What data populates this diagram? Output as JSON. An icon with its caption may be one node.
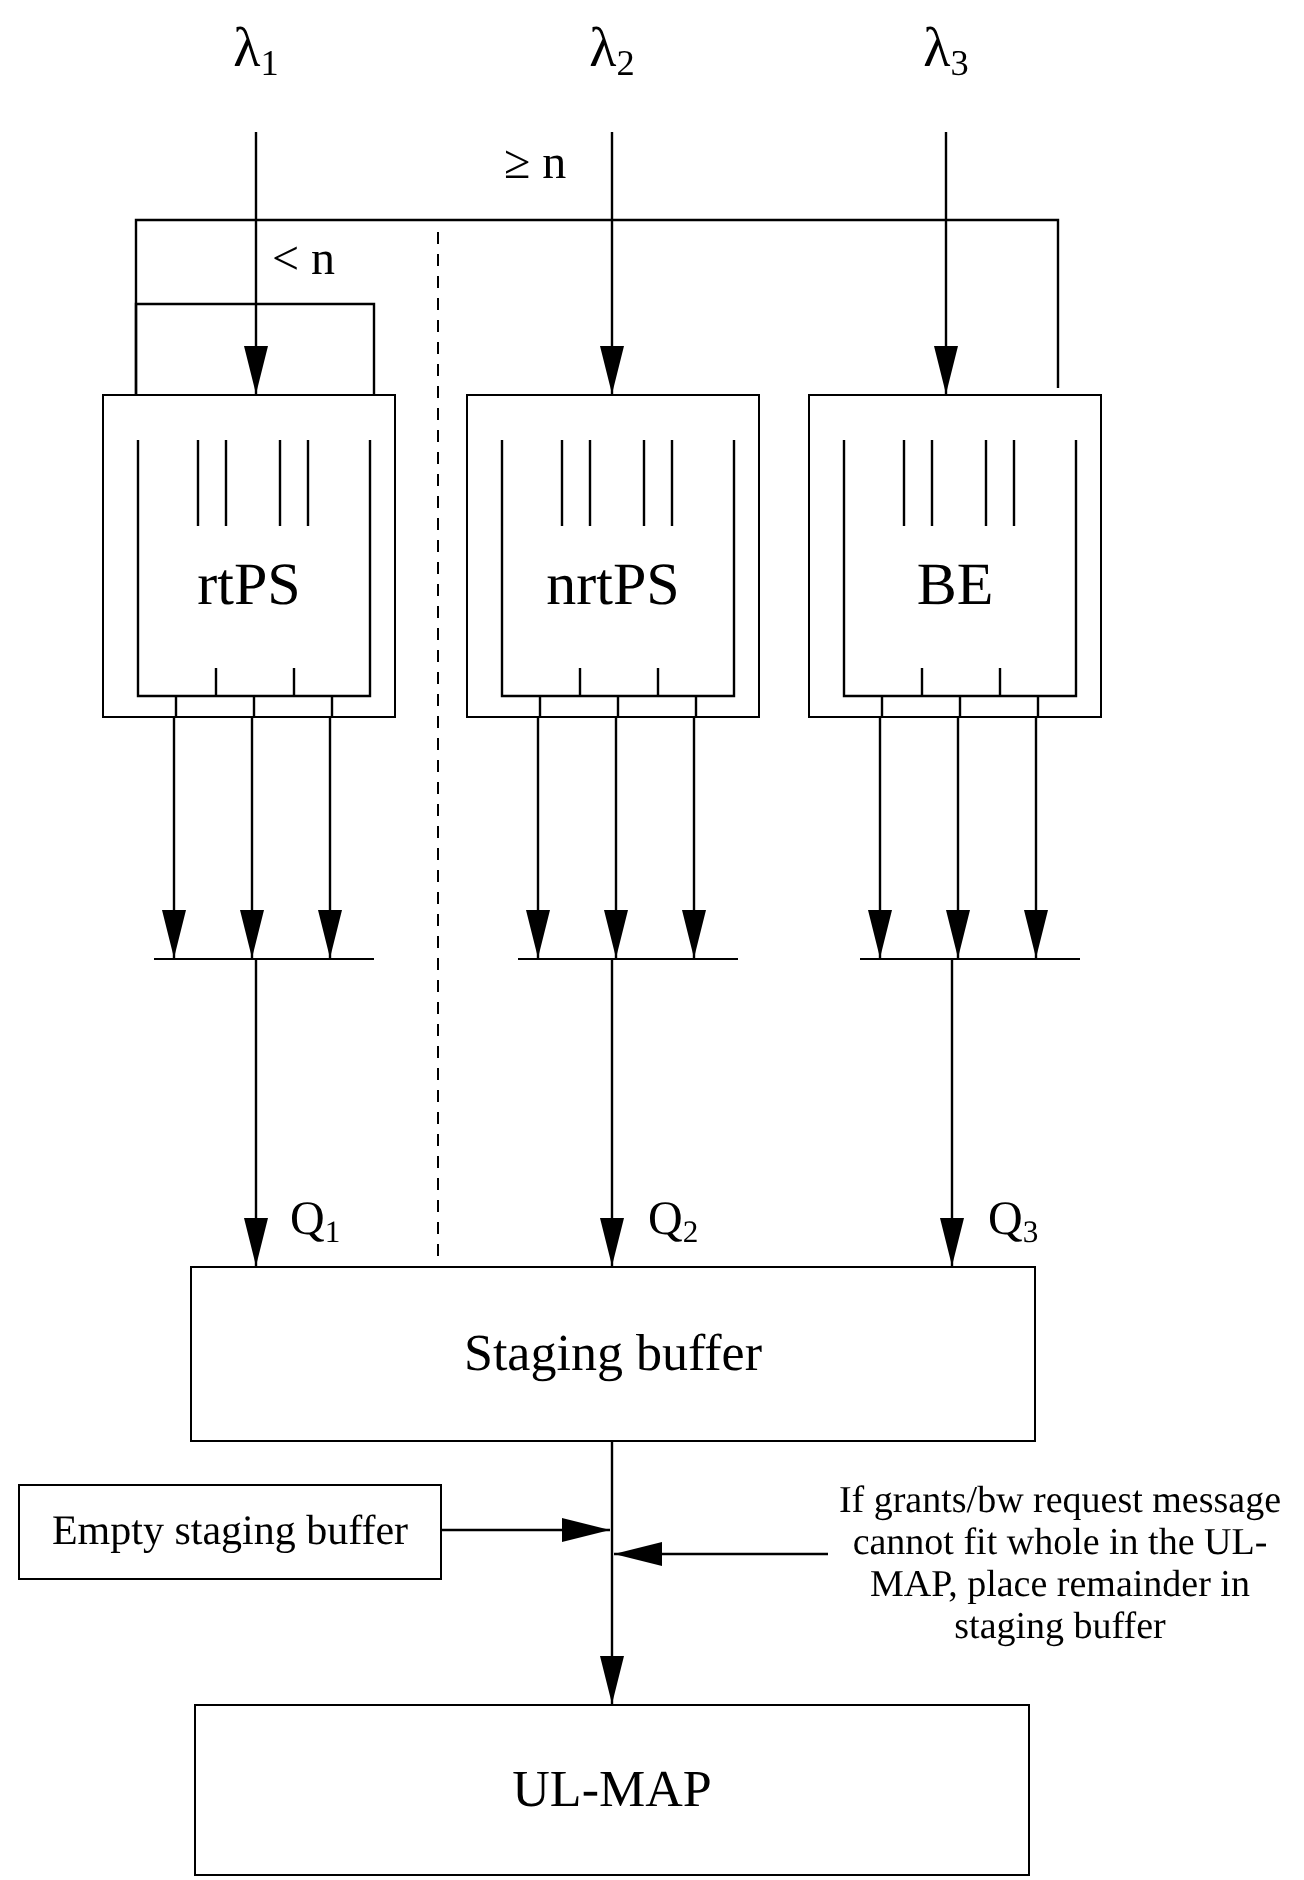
{
  "diagram": {
    "nodes": [
      {
        "text": [
          "λ$_{1}$"
        ]
      },
      {
        "text": [
          "λ$_{2}$"
        ]
      },
      {
        "text": [
          "λ$_{3}$"
        ]
      },
      {
        "text": [
          "rtPS"
        ]
      },
      {
        "text": [
          "nrtPS"
        ]
      },
      {
        "text": [
          "BE"
        ]
      },
      {
        "text": [],
        "shape": "bar"
      },
      {
        "text": [],
        "shape": "bar"
      },
      {
        "text": [],
        "shape": "bar"
      },
      {
        "text": [
          "Staging buffer"
        ]
      },
      {
        "text": [
          "Empty staging buffer"
        ]
      },
      {
        "text": [
          "If grants/bw request message cannot fit whole in the UL-MAP, place remainder in staging buffer"
        ]
      },
      {
        "text": [
          "UL-MAP"
        ]
      }
    ],
    "edges": [
      {
        "from": 0,
        "to": 3,
        "arrow": "to"
      },
      {
        "from": 1,
        "to": 4,
        "arrow": "to"
      },
      {
        "from": 2,
        "to": 5,
        "arrow": "to"
      },
      {
        "from": 3,
        "to": 3,
        "arrow": "none",
        "label": "< n"
      },
      {
        "from": 5,
        "to": 3,
        "arrow": "none",
        "label": "≥ n"
      },
      {
        "from": 3,
        "to": 6,
        "arrow": "to"
      },
      {
        "from": 3,
        "to": 6,
        "arrow": "to"
      },
      {
        "from": 3,
        "to": 6,
        "arrow": "to"
      },
      {
        "from": 4,
        "to": 7,
        "arrow": "to"
      },
      {
        "from": 4,
        "to": 7,
        "arrow": "to"
      },
      {
        "from": 4,
        "to": 7,
        "arrow": "to"
      },
      {
        "from": 5,
        "to": 8,
        "arrow": "to"
      },
      {
        "from": 5,
        "to": 8,
        "arrow": "to"
      },
      {
        "from": 5,
        "to": 8,
        "arrow": "to"
      },
      {
        "from": 6,
        "to": 9,
        "arrow": "to"
      },
      {
        "from": 7,
        "to": 9,
        "arrow": "to"
      },
      {
        "from": 8,
        "to": 9,
        "arrow": "to"
      },
      {
        "from": 9,
        "to": 12,
        "arrow": "to"
      },
      {
        "from": 10,
        "to": null,
        "arrow": "to"
      },
      {
        "from": 11,
        "to": null,
        "arrow": "to"
      }
    ],
    "labels": [
      "Q$_{1}$",
      "Q$_{2}$",
      "Q$_{3}$"
    ]
  }
}
